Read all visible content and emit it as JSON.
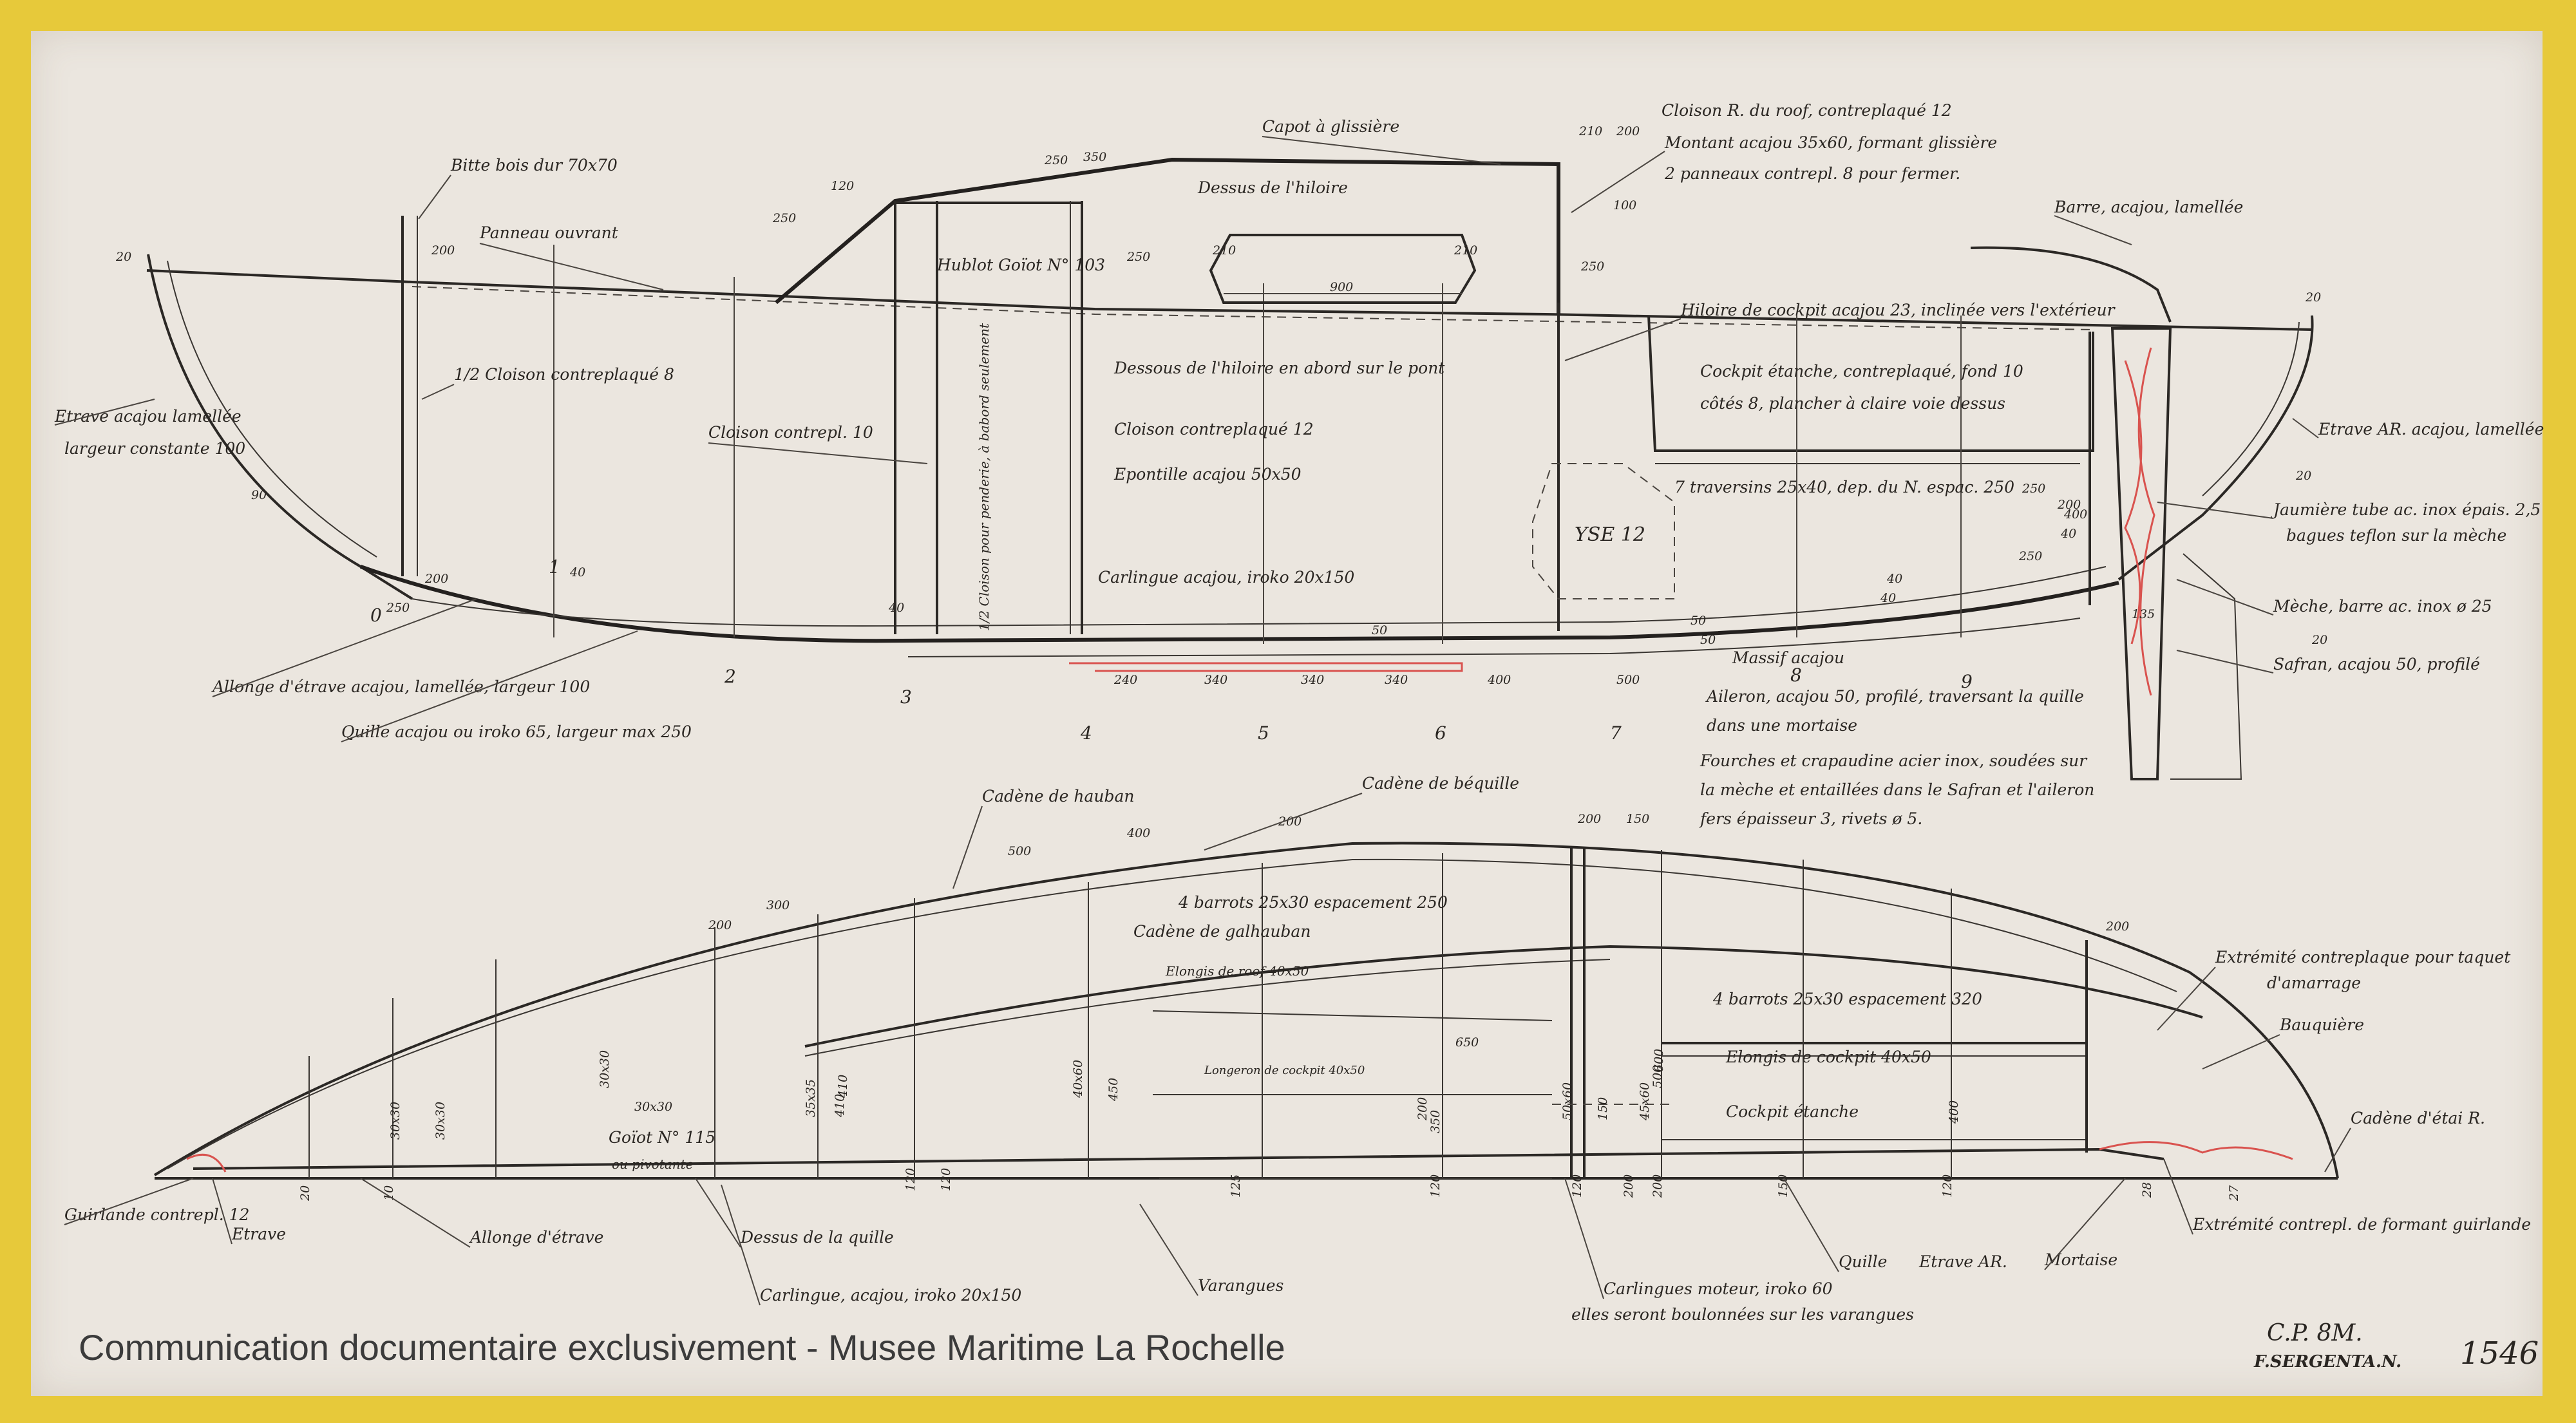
{
  "watermark": "Communication documentaire exclusivement - Musee Maritime La Rochelle",
  "title_block": {
    "model": "C.P. 8M.",
    "designer": "F.SERGENTA.N.",
    "sheet_number": "1546"
  },
  "profile_labels": {
    "bitte": "Bitte bois dur 70x70",
    "panneau": "Panneau ouvrant",
    "capot": "Capot à glissière",
    "dessus_hiloire": "Dessus de l'hiloire",
    "hublot": "Hublot Goïot N° 103",
    "cloison_roof": "Cloison R. du roof, contreplaqué 12",
    "montant": "Montant acajou 35x60, formant glissière",
    "panneaux_contre": "2 panneaux contrepl. 8 pour fermer.",
    "barre": "Barre, acajou, lamellée",
    "hiloire_cockpit": "Hiloire de cockpit acajou 23, inclinée vers l'extérieur",
    "cockpit_etanche_1": "Cockpit étanche, contreplaqué, fond 10",
    "cockpit_etanche_2": "côtés 8, plancher à claire voie dessus",
    "demi_cloison": "1/2 Cloison contreplaqué 8",
    "dessous_hiloire": "Dessous de l'hiloire en abord sur le pont",
    "cloison_10": "Cloison contrepl. 10",
    "cloison_12": "Cloison contreplaqué 12",
    "epontille": "Epontille acajou 50x50",
    "traversins": "7 traversins 25x40, dep. du N. espac. 250",
    "engine": "YSE 12",
    "etrave": "Etrave acajou lamellée",
    "etrave_largeur": "largeur constante 100",
    "demi_cloison_vert": "1/2 Cloison pour penderie, à babord seulement",
    "carlingue": "Carlingue acajou, iroko 20x150",
    "etrave_ar": "Etrave AR. acajou, lamellée",
    "jaumiere_1": "Jaumière tube ac. inox épais. 2,5",
    "jaumiere_2": "bagues teflon sur la mèche",
    "meche": "Mèche, barre ac. inox ø 25",
    "safran": "Safran, acajou 50, profilé",
    "massif": "Massif acajou",
    "aileron_1": "Aileron, acajou 50, profilé, traversant la quille",
    "aileron_2": "dans une mortaise",
    "fourches_1": "Fourches et crapaudine acier inox, soudées sur",
    "fourches_2": "la mèche et entaillées dans le Safran et l'aileron",
    "fourches_3": "fers épaisseur 3, rivets ø 5.",
    "allonge": "Allonge d'étrave acajou, lamellée, largeur 100",
    "quille": "Quille acajou ou iroko 65, largeur max 250"
  },
  "stations": [
    "0",
    "1",
    "2",
    "3",
    "4",
    "5",
    "6",
    "7",
    "8",
    "9"
  ],
  "profile_dims": [
    "20",
    "200",
    "250",
    "120",
    "250",
    "350",
    "250",
    "210",
    "200",
    "100",
    "900",
    "210",
    "210",
    "250",
    "250",
    "200",
    "40",
    "90",
    "20",
    "250",
    "200",
    "40",
    "40",
    "50",
    "50",
    "20",
    "40",
    "240",
    "340",
    "340",
    "340",
    "400",
    "500",
    "400",
    "50",
    "20",
    "135",
    "40",
    "250"
  ],
  "plan_labels": {
    "cadene_hauban": "Cadène de hauban",
    "cadene_bequille": "Cadène de béquille",
    "barrots_fore": "4 barrots 25x30 espacement 250",
    "cadene_galhauban": "Cadène de galhauban",
    "elongis_roof": "Elongis de roof 40x50",
    "barrots_aft": "4 barrots 25x30 espacement 320",
    "elongis_cockpit": "Elongis de cockpit 40x50",
    "extremite_1": "Extrémité contreplaque pour taquet",
    "extremite_2": "d'amarrage",
    "bauquiere": "Bauquière",
    "cockpit_etanche": "Cockpit étanche",
    "cadene_etai": "Cadène d'étai R.",
    "goiot": "Goïot N° 115",
    "pivotante": "ou pivotante",
    "guirlande": "Guirlande contrepl. 12",
    "etrave": "Etrave",
    "allonge_etrave": "Allonge d'étrave",
    "dessus_quille": "Dessus de la quille",
    "carlingue": "Carlingue, acajou, iroko 20x150",
    "varangues": "Varangues",
    "carlingues_moteur_1": "Carlingues moteur, iroko 60",
    "carlingues_moteur_2": "elles seront boulonnées sur les varangues",
    "quille": "Quille",
    "etrave_ar": "Etrave AR.",
    "mortaise": "Mortaise",
    "extremite_ar": "Extrémité contrepl. de formant guirlande",
    "elongis_hidden": "Longeron de cockpit 40x50"
  },
  "plan_dims": [
    "500",
    "400",
    "200",
    "200",
    "150",
    "300",
    "200",
    "650",
    "200",
    "30x30",
    "30x30",
    "30x30",
    "30x30",
    "410",
    "35x35",
    "450",
    "40x60",
    "200",
    "50x60",
    "150",
    "45x60",
    "410",
    "350",
    "400",
    "500",
    "600",
    "120",
    "125",
    "120",
    "120",
    "120",
    "200",
    "200",
    "150",
    "120",
    "20",
    "10",
    "28",
    "27"
  ]
}
